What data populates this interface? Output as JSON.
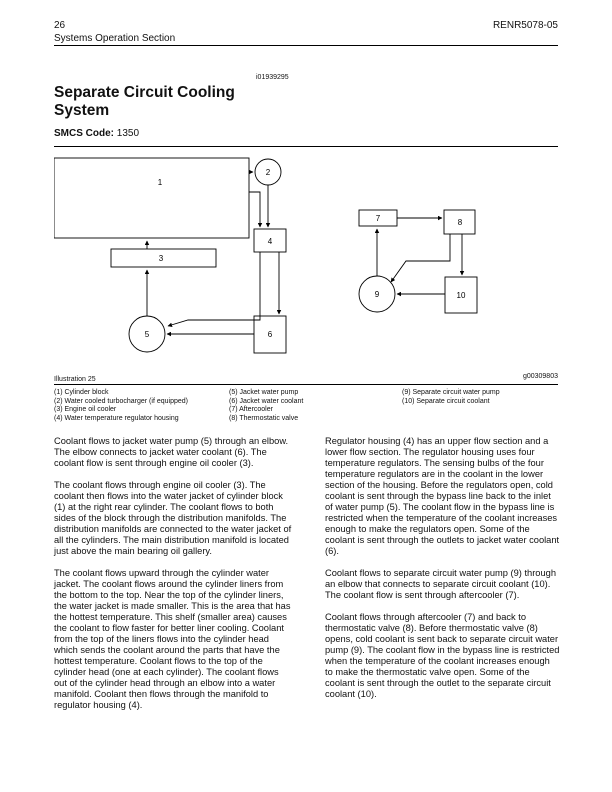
{
  "header": {
    "page_number": "26",
    "section": "Systems Operation Section",
    "doc_id": "RENR5078-05"
  },
  "article": {
    "ref_id": "i01939295",
    "title_line1": "Separate Circuit Cooling",
    "title_line2": "System",
    "smcs_label": "SMCS Code:",
    "smcs_value": "1350"
  },
  "diagram": {
    "labels": [
      "1",
      "2",
      "3",
      "4",
      "5",
      "6",
      "7",
      "8",
      "9",
      "10"
    ]
  },
  "illustration": {
    "caption": "Illustration 25",
    "image_id": "g00309803",
    "legend_col1": [
      "(1) Cylinder block",
      "(2) Water cooled turbocharger (if equipped)",
      "(3) Engine oil cooler",
      "(4) Water temperature regulator housing"
    ],
    "legend_col2": [
      "(5) Jacket water pump",
      "(6) Jacket water coolant",
      "(7) Aftercooler",
      "(8) Thermostatic valve"
    ],
    "legend_col3": [
      "(9) Separate circuit water pump",
      "(10) Separate circuit coolant"
    ]
  },
  "left_column": [
    "Coolant flows to jacket water pump (5) through an elbow. The elbow connects to jacket water coolant (6). The coolant flow is sent through engine oil cooler (3).",
    "The coolant flows through engine oil cooler (3). The coolant then flows into the water jacket of cylinder block (1) at the right rear cylinder. The coolant flows to both sides of the block through the distribution manifolds. The distribution manifolds are connected to the water jacket of all the cylinders. The main distribution manifold is located just above the main bearing oil gallery.",
    "The coolant flows upward through the cylinder water jacket. The coolant flows around the cylinder liners from the bottom to the top. Near the top of the cylinder liners, the water jacket is made smaller. This is the area that has the hottest temperature. This shelf (smaller area) causes the coolant to flow faster for better liner cooling. Coolant from the top of the liners flows into the cylinder head which sends the coolant around the parts that have the hottest temperature. Coolant flows to the top of the cylinder head (one at each cylinder). The coolant flows out of the cylinder head through an elbow into a water manifold. Coolant then flows through the manifold to regulator housing (4)."
  ],
  "right_column": [
    "Regulator housing (4) has an upper flow section and a lower flow section. The regulator housing uses four temperature regulators. The sensing bulbs of the four temperature regulators are in the coolant in the lower section of the housing. Before the regulators open, cold coolant is sent through the bypass line back to the inlet of water pump (5). The coolant flow in the bypass line is restricted when the temperature of the coolant increases enough to make the regulators open. Some of the coolant is sent through the outlets to jacket water coolant (6).",
    "Coolant flows to separate circuit water pump (9) through an elbow that connects to separate circuit coolant (10). The coolant flow is sent through aftercooler (7).",
    "Coolant flows through aftercooler (7) and back to thermostatic valve (8). Before thermostatic valve (8) opens, cold coolant is sent back to separate circuit water pump (9). The coolant flow in the bypass line is restricted when the temperature of the coolant increases enough to make the thermostatic valve open. Some of the coolant is sent through the outlet to the separate circuit coolant (10)."
  ]
}
